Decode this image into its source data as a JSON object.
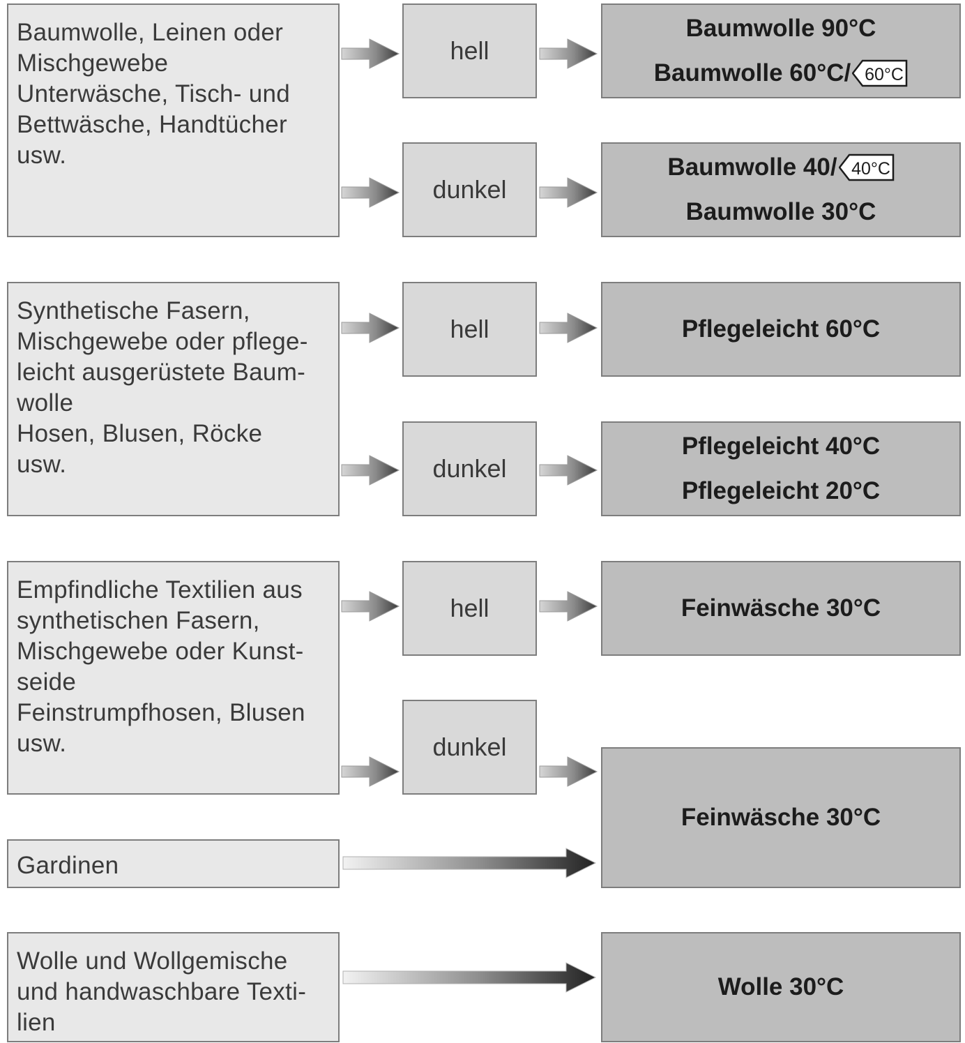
{
  "groups": [
    {
      "fabric_lines": [
        "Baumwolle, Leinen oder",
        "Mischgewebe",
        "Unterwäsche, Tisch- und",
        "Bettwäsche, Handtücher",
        "usw."
      ],
      "light": {
        "label": "hell",
        "programs": [
          {
            "text": "Baumwolle 90°C"
          },
          {
            "text": "Baumwolle 60°C/",
            "badge": "60°C"
          }
        ]
      },
      "dark": {
        "label": "dunkel",
        "programs": [
          {
            "text": "Baumwolle 40/",
            "badge": "40°C"
          },
          {
            "text": "Baumwolle 30°C"
          }
        ]
      }
    },
    {
      "fabric_lines": [
        "Synthetische Fasern,",
        "Mischgewebe oder pflege-",
        "leicht ausgerüstete Baum-",
        "wolle",
        "Hosen, Blusen, Röcke",
        "usw."
      ],
      "light": {
        "label": "hell",
        "programs": [
          {
            "text": "Pflegeleicht 60°C"
          }
        ]
      },
      "dark": {
        "label": "dunkel",
        "programs": [
          {
            "text": "Pflegeleicht 40°C"
          },
          {
            "text": "Pflegeleicht 20°C"
          }
        ]
      }
    },
    {
      "fabric_lines": [
        "Empfindliche Textilien aus",
        "synthetischen Fasern,",
        "Mischgewebe oder Kunst-",
        "seide",
        "Feinstrumpfhosen, Blusen",
        "usw."
      ],
      "light": {
        "label": "hell",
        "programs": [
          {
            "text": "Feinwäsche 30°C"
          }
        ]
      },
      "dark": {
        "label": "dunkel"
      }
    }
  ],
  "gardinen": {
    "label": "Gardinen"
  },
  "shared_program": {
    "text": "Feinwäsche 30°C"
  },
  "wool": {
    "fabric_lines": [
      "Wolle und Wollgemische",
      "und handwaschbare Texti-",
      "lien"
    ],
    "program": {
      "text": "Wolle 30°C"
    }
  }
}
